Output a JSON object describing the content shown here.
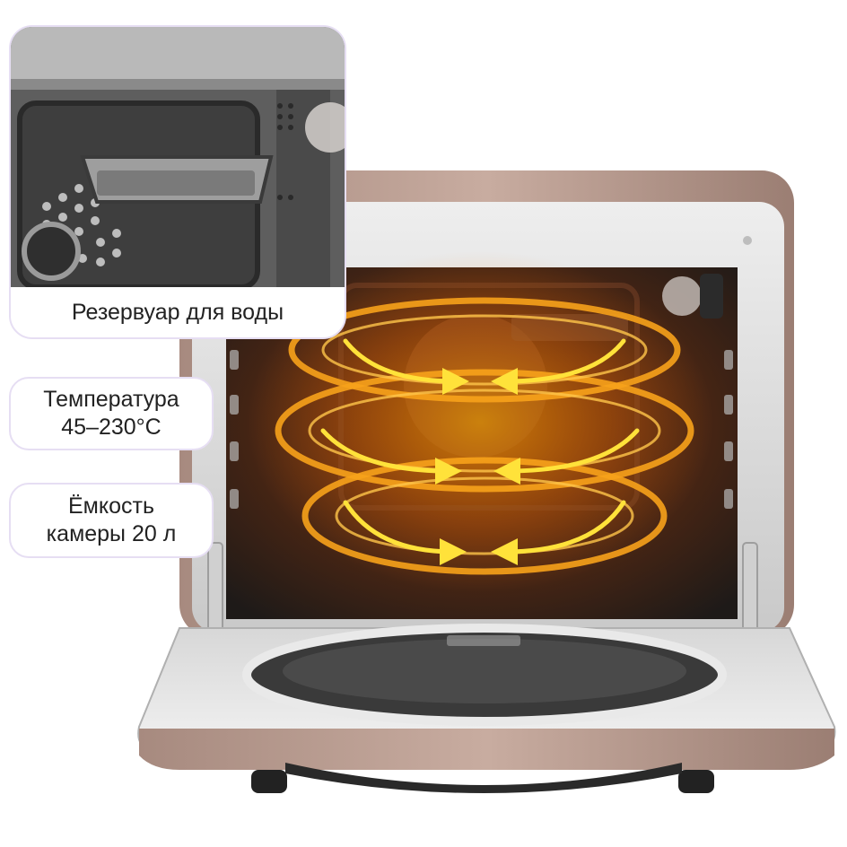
{
  "callouts": {
    "water_tank": "Резервуар для воды",
    "temperature_line1": "Температура",
    "temperature_line2": "45–230°С",
    "capacity_line1": "Ёмкость",
    "capacity_line2": "камеры 20 л"
  },
  "colors": {
    "callout_border": "#e6def3",
    "oven_body": "#b89a8e",
    "heat_ring": "#f7a21b",
    "arrow": "#ffe23a"
  },
  "icons": [
    "heat-flow-icon",
    "arrow-icon"
  ]
}
